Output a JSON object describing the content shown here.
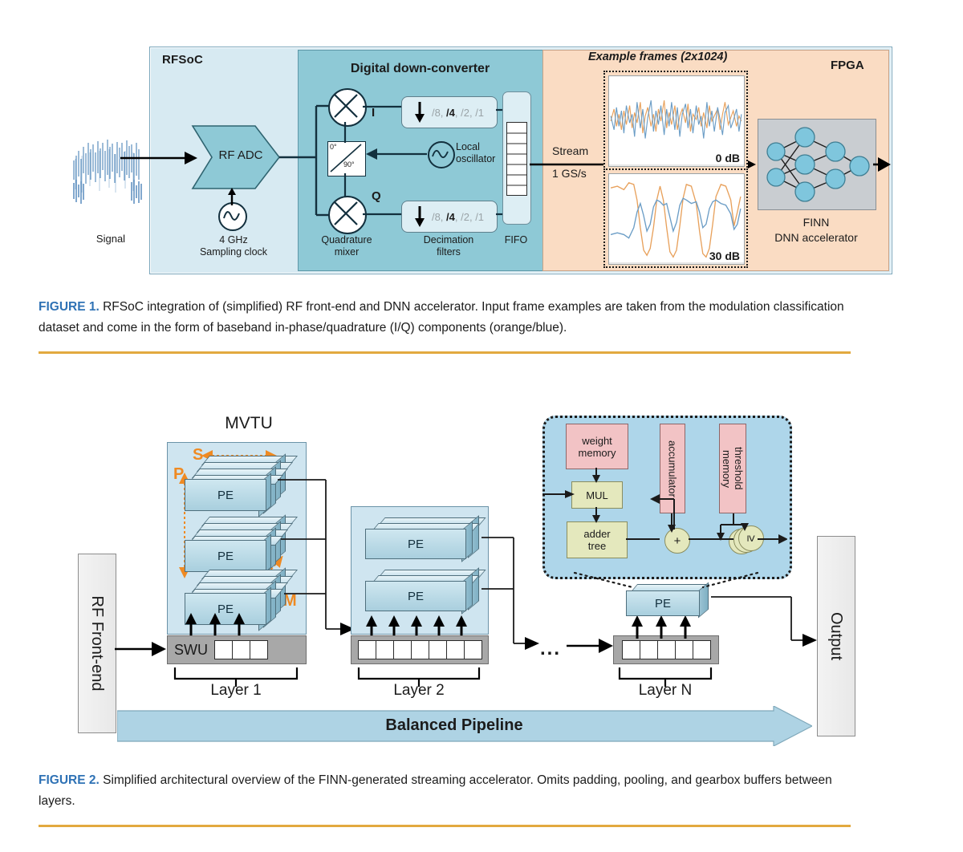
{
  "figure1": {
    "chip_label": "RFSoC",
    "fpga_label": "FPGA",
    "ddc_title": "Digital down-converter",
    "signal_label": "Signal",
    "adc_label": "RF ADC",
    "clock_label": "4 GHz\nSampling clock",
    "clock_line1": "4 GHz",
    "clock_line2": "Sampling clock",
    "phase_0": "0°",
    "phase_90": "90°",
    "local_osc_line1": "Local",
    "local_osc_line2": "oscillator",
    "mixer_line1": "Quadrature",
    "mixer_line2": "mixer",
    "branch_i": "I",
    "branch_q": "Q",
    "decim_values": [
      "/8",
      "/4",
      "/2",
      "/1"
    ],
    "decim_selected": "/4",
    "decim_line1": "Decimation",
    "decim_line2": "filters",
    "fifo_label": "FIFO",
    "stream_line1": "Stream",
    "stream_line2": "1 GS/s",
    "frames_title": "Example frames (2x1024)",
    "frame_top_label": "0 dB",
    "frame_bottom_label": "30 dB",
    "accel_line1": "FINN",
    "accel_line2": "DNN accelerator",
    "colors": {
      "rfsoc_fill": "#d7eaf2",
      "ddc_fill": "#8ec9d6",
      "fpga_fill": "#fadcc3",
      "iq_orange": "#e8a15c",
      "iq_blue": "#6b9dc6",
      "node_fill": "#7fc6dd"
    }
  },
  "caption1": {
    "number": "FIGURE 1.",
    "text": " RFSoC integration of (simplified) RF front-end and DNN accelerator. Input frame examples are taken from the modulation classification dataset and come in the form of baseband in-phase/quadrature (I/Q) components (orange/blue)."
  },
  "figure2": {
    "mvtu_label": "MVTU",
    "rf_frontend_label": "RF Front-end",
    "output_label": "Output",
    "swu_label": "SWU",
    "pe_label": "PE",
    "dim_p": "P",
    "dim_s": "S",
    "dim_m": "M",
    "layer1_label": "Layer 1",
    "layer2_label": "Layer 2",
    "layerN_label": "Layer N",
    "ellipsis": "...",
    "pipeline_label": "Balanced Pipeline",
    "pe_detail": {
      "weight_memory": "weight\nmemory",
      "weight_memory_l1": "weight",
      "weight_memory_l2": "memory",
      "mul": "MUL",
      "adder_tree_l1": "adder",
      "adder_tree_l2": "tree",
      "accumulator": "accumulator",
      "threshold_memory_l1": "threshold",
      "threshold_memory_l2": "memory",
      "adder_symbol": "+",
      "threshold_symbol": "≥"
    },
    "colors": {
      "mvtu_fill": "#cfe5f0",
      "pe_fill": "#a9cfde",
      "buffer_fill": "#a8a8a8",
      "memory_fill": "#f2c3c5",
      "op_fill": "#e4e8bd",
      "detail_fill": "#aed6ea",
      "accent_orange": "#ef8a22"
    }
  },
  "caption2": {
    "number": "FIGURE 2.",
    "text": " Simplified architectural overview of the FINN-generated streaming accelerator. Omits padding, pooling, and gearbox buffers between layers."
  }
}
